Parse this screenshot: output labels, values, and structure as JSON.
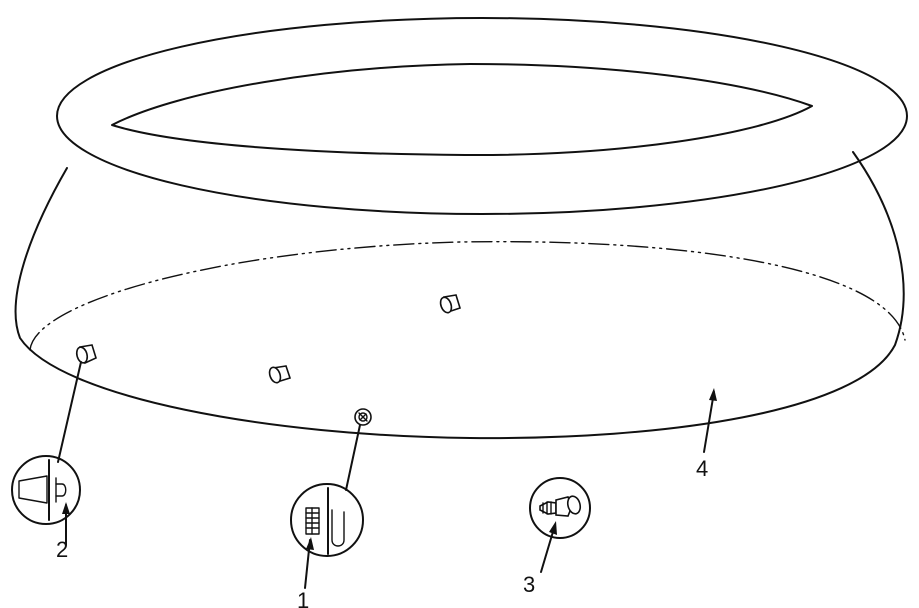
{
  "diagram": {
    "line_color": "#111111",
    "background": "#ffffff",
    "callouts": [
      {
        "id": "1",
        "label": "1"
      },
      {
        "id": "2",
        "label": "2"
      },
      {
        "id": "3",
        "label": "3"
      },
      {
        "id": "4",
        "label": "4"
      }
    ]
  }
}
